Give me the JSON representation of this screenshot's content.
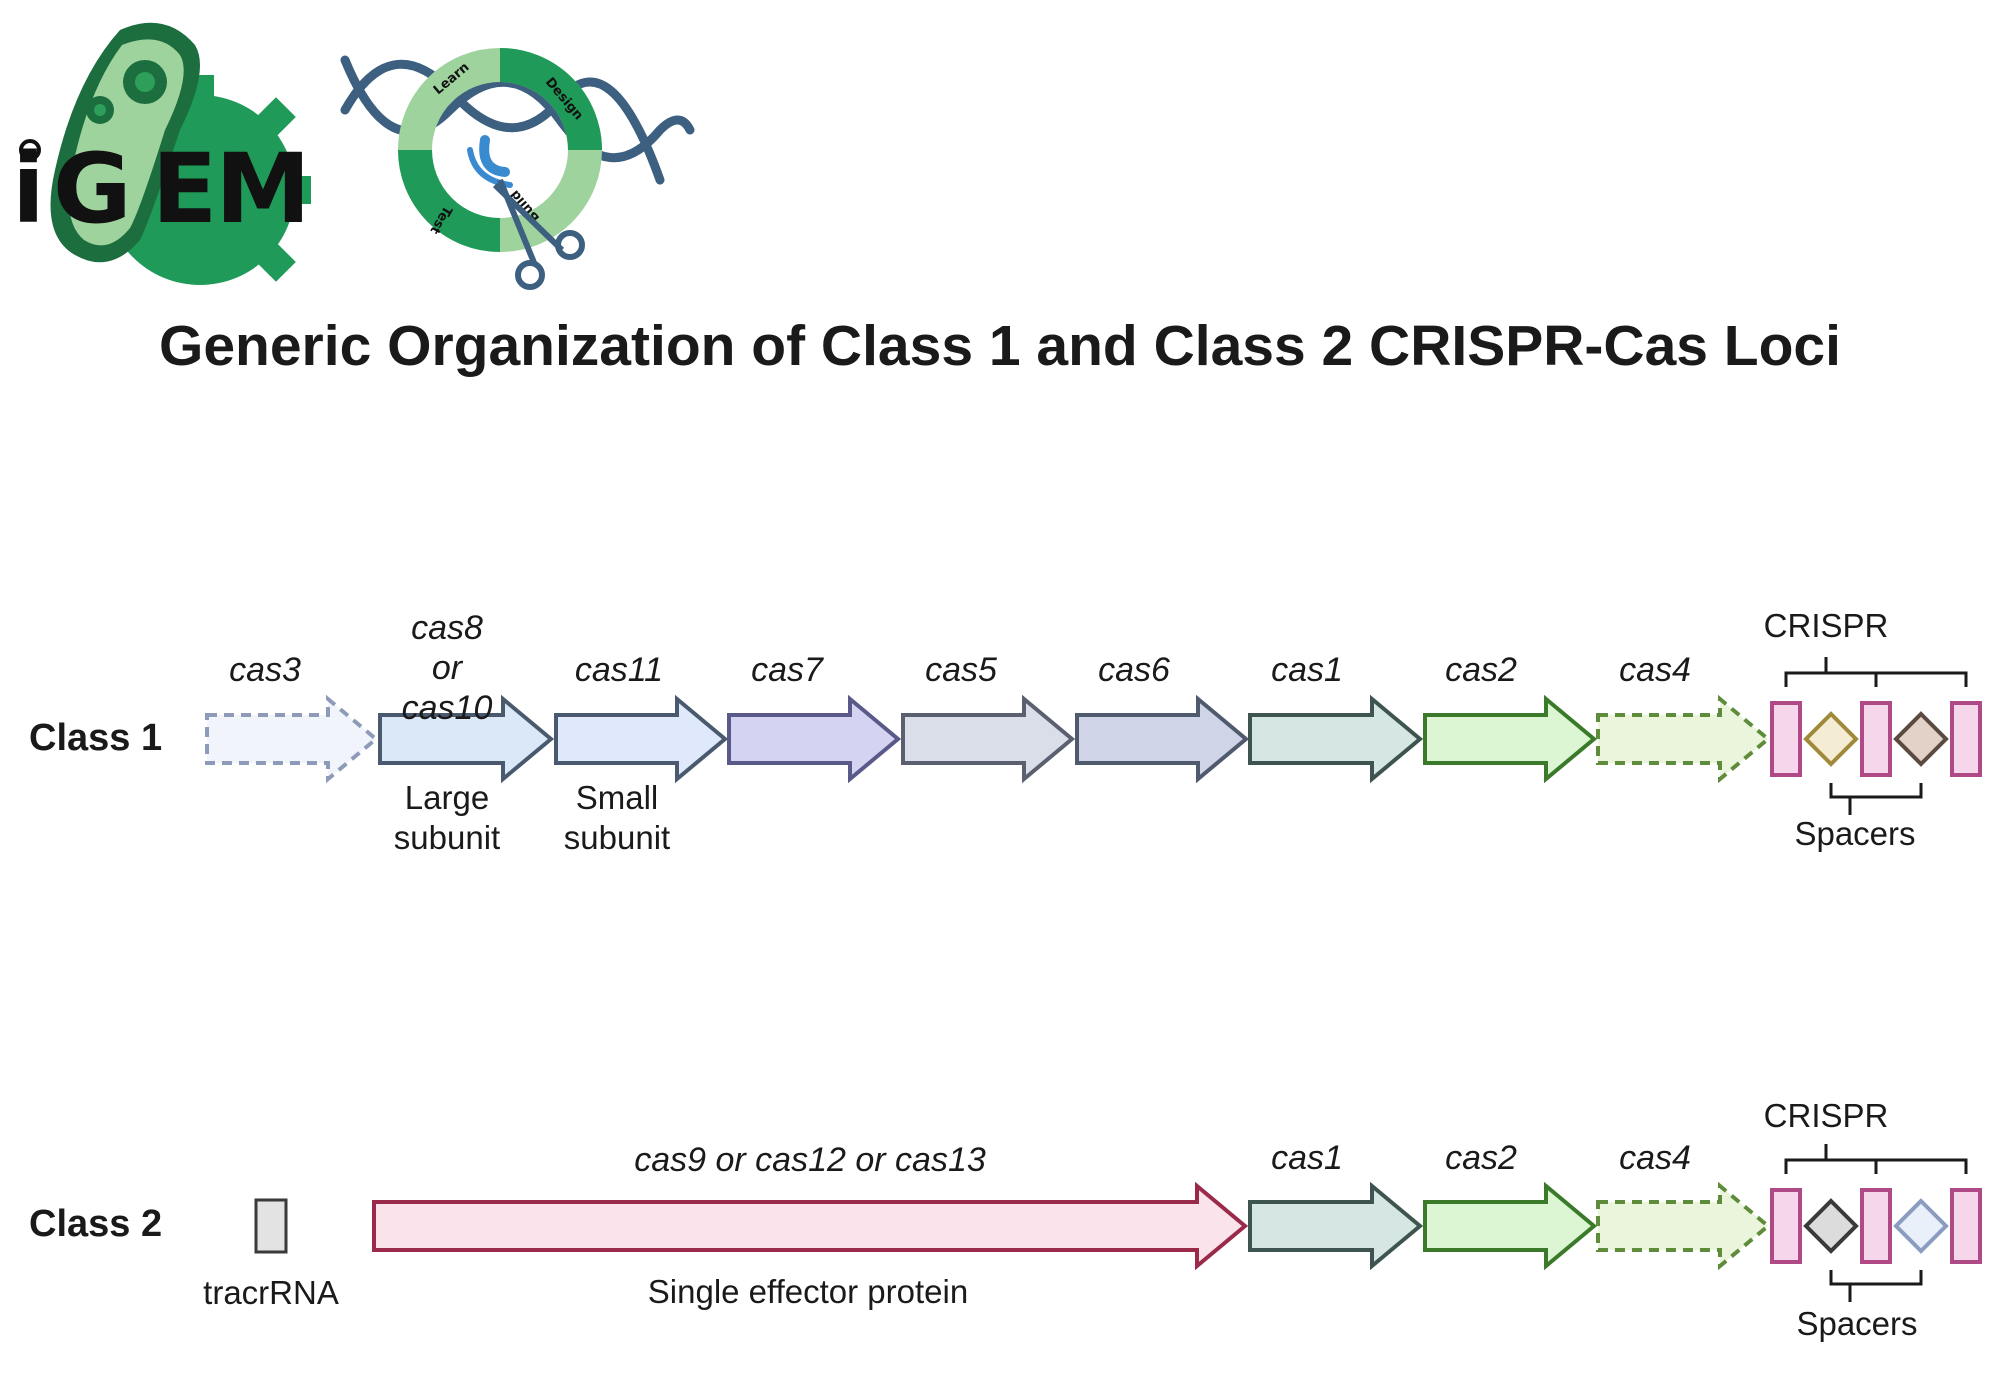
{
  "title": "Generic Organization of Class 1 and Class 2 CRISPR-Cas Loci",
  "logo": {
    "name": "iGEM",
    "cycle_labels": [
      "Learn",
      "Design",
      "Build",
      "Test"
    ],
    "colors": {
      "dark_green": "#1f7a45",
      "mid_green": "#2e9e5b",
      "light_green": "#9fd39e",
      "dna": "#3d5f80"
    }
  },
  "class1": {
    "label": "Class 1",
    "genes": [
      {
        "name": "cas3",
        "fill": "#f1f4fa",
        "stroke": "#8e9bb8",
        "dashed": true
      },
      {
        "name": "cas8\nor\ncas10",
        "fill": "#dbe8f7",
        "stroke": "#4a5a6e",
        "dashed": false
      },
      {
        "name": "cas11",
        "fill": "#dfe9fb",
        "stroke": "#4a5a6e",
        "dashed": false
      },
      {
        "name": "cas7",
        "fill": "#d4d4f2",
        "stroke": "#5a5a8a",
        "dashed": false
      },
      {
        "name": "cas5",
        "fill": "#dadee9",
        "stroke": "#5a6070",
        "dashed": false
      },
      {
        "name": "cas6",
        "fill": "#cfd5e6",
        "stroke": "#505a6e",
        "dashed": false
      },
      {
        "name": "cas1",
        "fill": "#d6e6e2",
        "stroke": "#3e5450",
        "dashed": false
      },
      {
        "name": "cas2",
        "fill": "#dcf5d2",
        "stroke": "#3a7a2a",
        "dashed": false
      },
      {
        "name": "cas4",
        "fill": "#eaf5dc",
        "stroke": "#5e8c3a",
        "dashed": true
      }
    ],
    "sublabels": {
      "large": "Large\nsubunit",
      "small": "Small\nsubunit"
    },
    "crispr_label": "CRISPR",
    "spacers_label": "Spacers",
    "spacer_colors": [
      {
        "fill": "#f5ecd4",
        "stroke": "#a08a3a"
      },
      {
        "fill": "#e3d2c8",
        "stroke": "#5a4a42"
      }
    ]
  },
  "class2": {
    "label": "Class 2",
    "tracr_label": "tracrRNA",
    "effector": {
      "name": "cas9 or cas12 or cas13",
      "sublabel": "Single effector protein",
      "fill": "#fae3ea",
      "stroke": "#9a2a4a"
    },
    "genes": [
      {
        "name": "cas1",
        "fill": "#d6e6e2",
        "stroke": "#3e5450",
        "dashed": false
      },
      {
        "name": "cas2",
        "fill": "#dcf5d2",
        "stroke": "#3a7a2a",
        "dashed": false
      },
      {
        "name": "cas4",
        "fill": "#eaf5dc",
        "stroke": "#5e8c3a",
        "dashed": true
      }
    ],
    "crispr_label": "CRISPR",
    "spacers_label": "Spacers",
    "spacer_colors": [
      {
        "fill": "#dcdcdc",
        "stroke": "#3a3a3a"
      },
      {
        "fill": "#eaf0fa",
        "stroke": "#8a9cc0"
      }
    ]
  },
  "repeat_colors": {
    "fill": "#f6d6ea",
    "stroke": "#b04a86"
  }
}
